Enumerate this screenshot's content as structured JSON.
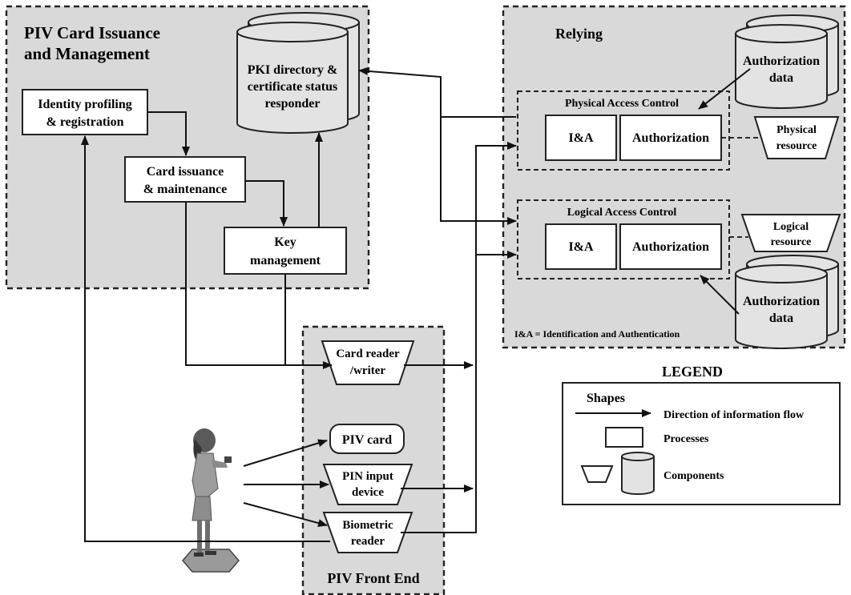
{
  "regions": {
    "issuance_title_1": "PIV Card Issuance",
    "issuance_title_2": "and Management",
    "relying": "Relying",
    "front_end": "PIV Front End"
  },
  "issuance": {
    "identity_1": "Identity profiling",
    "identity_2": "& registration",
    "card_issuance_1": "Card issuance",
    "card_issuance_2": "& maintenance",
    "key_mgmt_1": "Key",
    "key_mgmt_2": "management",
    "pki_1": "PKI directory &",
    "pki_2": "certificate status",
    "pki_3": "responder"
  },
  "relying": {
    "auth_data_1": "Authorization",
    "auth_data_2": "data",
    "physical_ac": "Physical Access Control",
    "logical_ac": "Logical Access Control",
    "ia": "I&A",
    "authorization": "Authorization",
    "physical_res_1": "Physical",
    "physical_res_2": "resource",
    "logical_res_1": "Logical",
    "logical_res_2": "resource",
    "footnote": "I&A = Identification and Authentication"
  },
  "front_end": {
    "card_reader_1": "Card reader",
    "card_reader_2": "/writer",
    "piv_card": "PIV card",
    "pin_1": "PIN input",
    "pin_2": "device",
    "bio_1": "Biometric",
    "bio_2": "reader"
  },
  "legend": {
    "title": "LEGEND",
    "shapes": "Shapes",
    "flow": "Direction of information flow",
    "processes": "Processes",
    "components": "Components"
  }
}
